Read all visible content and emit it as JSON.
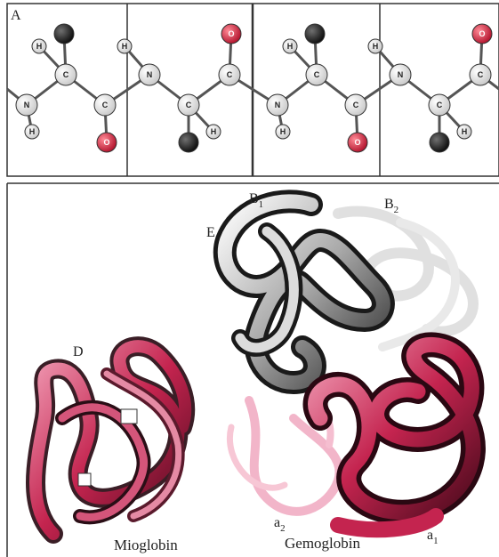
{
  "panel_a": {
    "label": "A",
    "atoms": {
      "carbon": "C",
      "nitrogen": "N",
      "hydrogen": "H",
      "oxygen": "O"
    }
  },
  "panel_b": {
    "label_d": "D",
    "label_e": "E",
    "label_b1": "B",
    "label_b1_sub": "1",
    "label_b2": "B",
    "label_b2_sub": "2",
    "label_a2": "a",
    "label_a2_sub": "2",
    "label_a1": "a",
    "label_a1_sub": "1",
    "caption_myoglobin": "Mioglobin",
    "caption_hemoglobin": "Gemoglobin"
  },
  "colors": {
    "oxygen": "#d42a3c",
    "dark_atom": "#1a1a1a",
    "light_atom": "#f4f4f4",
    "pink_chain": "#c4244f",
    "dark_chain": "#3a1e26",
    "gray_chain": "#9a9a9a"
  }
}
